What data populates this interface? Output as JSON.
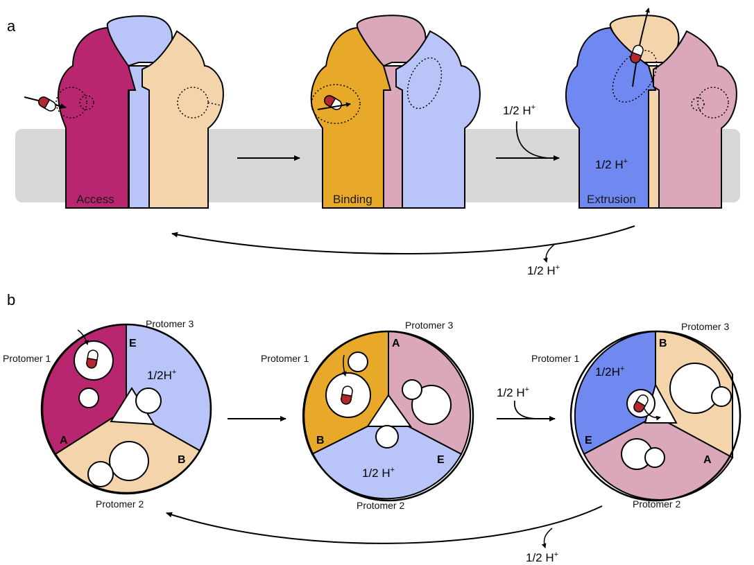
{
  "figure": {
    "panel_a": {
      "letter": "a",
      "states": [
        {
          "label": "Access"
        },
        {
          "label": "Binding"
        },
        {
          "label": "Extrusion"
        }
      ],
      "proton_half": "1/2 H",
      "proton_sup": "+"
    },
    "panel_b": {
      "letter": "b",
      "rotors": [
        {
          "protomer_labels": [
            "Protomer 1",
            "Protomer 2",
            "Protomer 3"
          ],
          "sub_labels": [
            "A",
            "B",
            "E"
          ],
          "proton": "1/2H"
        },
        {
          "protomer_labels": [
            "Protomer 1",
            "Protomer 2",
            "Protomer 3"
          ],
          "sub_labels": [
            "B",
            "E",
            "A"
          ],
          "proton": "1/2 H"
        },
        {
          "protomer_labels": [
            "Protomer 1",
            "Protomer 2",
            "Protomer 3"
          ],
          "sub_labels": [
            "E",
            "A",
            "B"
          ],
          "proton": "1/2H"
        }
      ],
      "proton_in": "1/2 H",
      "proton_out": "1/2 H",
      "proton_sup": "+"
    },
    "colors": {
      "access": "#b8266f",
      "binding": "#e8a92b",
      "extrusion": "#6f89f0",
      "pale_blue": "#b9c4f8",
      "peach": "#f4d4ab",
      "pink": "#dba8bb",
      "membrane": "#d7d7d7"
    }
  }
}
